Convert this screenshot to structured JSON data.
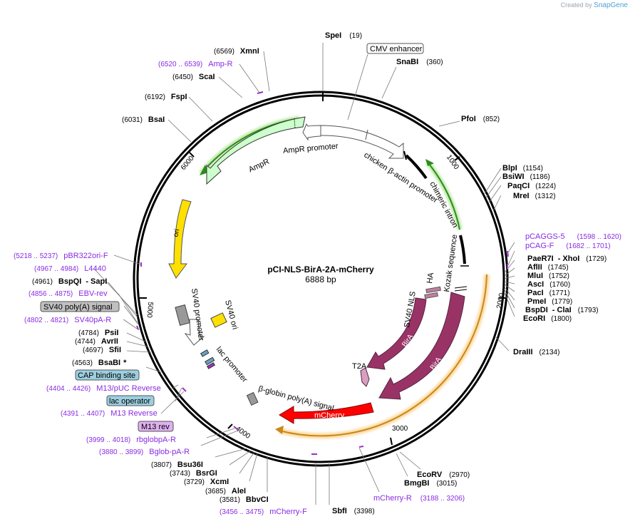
{
  "credit": {
    "prefix": "Created by",
    "brand": "SnapGene"
  },
  "plasmid": {
    "name": "pCI-NLS-BirA-2A-mCherry",
    "length_label": "6888 bp",
    "length": 6888
  },
  "ticks": [
    {
      "label": "1000",
      "pos": 1000
    },
    {
      "label": "2000",
      "pos": 2000
    },
    {
      "label": "3000",
      "pos": 3000
    },
    {
      "label": "4000",
      "pos": 4000
    },
    {
      "label": "5000",
      "pos": 5000
    },
    {
      "label": "6000",
      "pos": 6000
    }
  ],
  "features": [
    {
      "name": "CMV enhancer",
      "start": 19,
      "end": 398,
      "color": "#ffffff",
      "dir": 1
    },
    {
      "name": "chicken β-actin promoter",
      "start": 398,
      "end": 678,
      "color": "#ffffff",
      "dir": 1
    },
    {
      "name": "chimeric intron",
      "start": 740,
      "end": 1400,
      "color": "#000000",
      "dir": 1
    },
    {
      "name": "Kozak sequence",
      "start": 1810,
      "end": 1830,
      "color": "#000000",
      "dir": 1
    },
    {
      "name": "HA",
      "start": 1840,
      "end": 1880,
      "color": "#c080a0",
      "dir": 1
    },
    {
      "name": "SV40 NLS",
      "start": 1880,
      "end": 1910,
      "color": "#c080a0",
      "dir": 1
    },
    {
      "name": "BirA",
      "start": 1930,
      "end": 2700,
      "color": "#993366",
      "dir": 1
    },
    {
      "name": "T2A",
      "start": 2710,
      "end": 2760,
      "color": "#c080a0",
      "dir": 1
    },
    {
      "name": "mCherry",
      "start": 2770,
      "end": 3480,
      "color": "#ff0000",
      "dir": 1
    },
    {
      "name": "β-globin poly(A) signal",
      "start": 3560,
      "end": 3620,
      "color": "#999999",
      "dir": 1
    },
    {
      "name": "lac promoter",
      "start": 4480,
      "end": 4700,
      "color": "#ffffff",
      "dir": -1
    },
    {
      "name": "SV40 promoter",
      "start": 4820,
      "end": 5020,
      "color": "#999999",
      "dir": 1
    },
    {
      "name": "SV40 ori",
      "start": 4840,
      "end": 4960,
      "color": "#ffe000",
      "dir": 1
    },
    {
      "name": "ori",
      "start": 5150,
      "end": 5740,
      "color": "#ffe000",
      "dir": -1
    },
    {
      "name": "AmpR",
      "start": 5900,
      "end": 6620,
      "color": "#ccffcc",
      "dir": -1
    },
    {
      "name": "AmpR promoter",
      "start": 6620,
      "end": 6724,
      "color": "#ffffff",
      "dir": -1
    }
  ],
  "enzymes": [
    {
      "name": "SpeI",
      "pos_label": "(19)"
    },
    {
      "name": "SnaBI",
      "pos_label": "(360)"
    },
    {
      "name": "PfoI",
      "pos_label": "(852)"
    },
    {
      "name": "BlpI",
      "pos_label": "(1154)"
    },
    {
      "name": "BsiWI",
      "pos_label": "(1186)"
    },
    {
      "name": "PaqCI",
      "pos_label": "(1224)"
    },
    {
      "name": "MreI",
      "pos_label": "(1312)"
    },
    {
      "name": "PaeR7I",
      "extra": "- XhoI",
      "pos_label": "(1729)"
    },
    {
      "name": "AflII",
      "pos_label": "(1745)"
    },
    {
      "name": "MluI",
      "pos_label": "(1752)"
    },
    {
      "name": "AscI",
      "pos_label": "(1760)"
    },
    {
      "name": "PacI",
      "pos_label": "(1771)"
    },
    {
      "name": "PmeI",
      "pos_label": "(1779)"
    },
    {
      "name": "BspDI",
      "extra": "- ClaI",
      "pos_label": "(1793)"
    },
    {
      "name": "EcoRI",
      "pos_label": "(1800)"
    },
    {
      "name": "DraIII",
      "pos_label": "(2134)"
    },
    {
      "name": "EcoRV",
      "pos_label": "(2970)"
    },
    {
      "name": "BmgBI",
      "pos_label": "(3015)"
    },
    {
      "name": "SbfI",
      "pos_label": "(3398)"
    },
    {
      "name": "BbvCI",
      "pos_label": "(3581)"
    },
    {
      "name": "AleI",
      "pos_label": "(3685)"
    },
    {
      "name": "XcmI",
      "pos_label": "(3729)"
    },
    {
      "name": "BsrGI",
      "pos_label": "(3743)"
    },
    {
      "name": "Bsu36I",
      "pos_label": "(3807)"
    },
    {
      "name": "BsaBI",
      "extra": "*",
      "pos_label": "(4563)"
    },
    {
      "name": "SfiI",
      "pos_label": "(4697)"
    },
    {
      "name": "AvrII",
      "pos_label": "(4744)"
    },
    {
      "name": "PsiI",
      "pos_label": "(4784)"
    },
    {
      "name": "BspQI",
      "extra": "- SapI",
      "pos_label": "(4961)"
    },
    {
      "name": "BsaI",
      "pos_label": "(6031)"
    },
    {
      "name": "FspI",
      "pos_label": "(6192)"
    },
    {
      "name": "ScaI",
      "pos_label": "(6450)"
    },
    {
      "name": "XmnI",
      "pos_label": "(6569)"
    }
  ],
  "primers": [
    {
      "name": "Amp-R",
      "pos_label": "(6520 .. 6539)"
    },
    {
      "name": "pCAGGS-5",
      "pos_label": "(1598 .. 1620)"
    },
    {
      "name": "pCAG-F",
      "pos_label": "(1682 .. 1701)"
    },
    {
      "name": "mCherry-R",
      "pos_label": "(3188 .. 3206)"
    },
    {
      "name": "mCherry-F",
      "pos_label": "(3456 .. 3475)"
    },
    {
      "name": "Bglob-pA-R",
      "pos_label": "(3880 .. 3899)"
    },
    {
      "name": "rbglobpA-R",
      "pos_label": "(3999 .. 4018)"
    },
    {
      "name": "M13 Reverse",
      "pos_label": "(4391 .. 4407)"
    },
    {
      "name": "M13/pUC Reverse",
      "pos_label": "(4404 .. 4426)"
    },
    {
      "name": "SV40pA-R",
      "pos_label": "(4802 .. 4821)"
    },
    {
      "name": "EBV-rev",
      "pos_label": "(4856 .. 4875)"
    },
    {
      "name": "L4440",
      "pos_label": "(4967 .. 4984)"
    },
    {
      "name": "pBR322ori-F",
      "pos_label": "(5218 .. 5237)"
    }
  ],
  "boxed": [
    {
      "name": "CMV enhancer",
      "style": "white"
    },
    {
      "name": "SV40 poly(A) signal",
      "style": "gray"
    },
    {
      "name": "CAP binding site",
      "style": "blue"
    },
    {
      "name": "lac operator",
      "style": "blue"
    },
    {
      "name": "M13 rev",
      "style": "purple"
    }
  ]
}
